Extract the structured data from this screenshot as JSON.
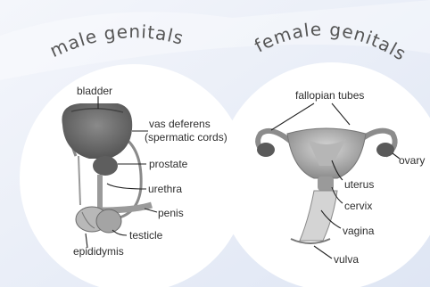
{
  "male": {
    "title": "male genitals",
    "labels": {
      "bladder": "bladder",
      "vas_deferens": "vas deferens",
      "spermatic_cords": "(spermatic cords)",
      "prostate": "prostate",
      "urethra": "urethra",
      "penis": "penis",
      "testicle": "testicle",
      "epididymis": "epididymis"
    }
  },
  "female": {
    "title": "female genitals",
    "labels": {
      "fallopian_tubes": "fallopian tubes",
      "ovary": "ovary",
      "uterus": "uterus",
      "cervix": "cervix",
      "vagina": "vagina",
      "vulva": "vulva"
    }
  },
  "colors": {
    "background": "#eef2fa",
    "circle": "#ffffff",
    "tissue_dark": "#6e6e6e",
    "tissue_mid": "#9a9a9a",
    "tissue_light": "#cfcfcf"
  }
}
